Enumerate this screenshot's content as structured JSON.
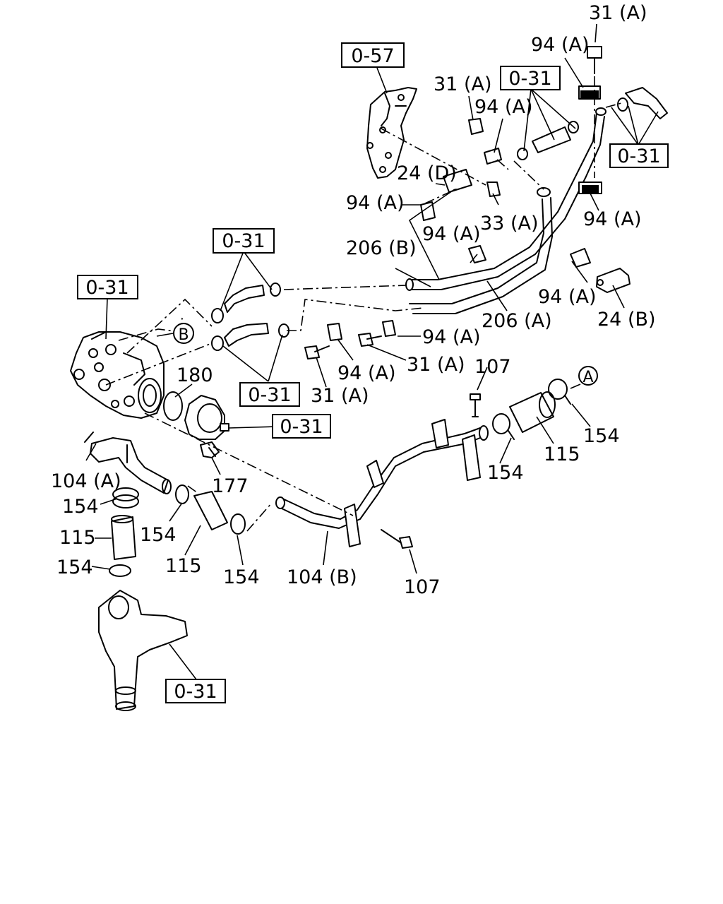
{
  "refs": {
    "r057": "0-57",
    "r031": "0-31"
  },
  "labels": {
    "l31a": "31 (A)",
    "l94a": "94 (A)",
    "l33a": "33 (A)",
    "l24d": "24 (D)",
    "l24b": "24 (B)",
    "l206a": "206 (A)",
    "l206b": "206 (B)",
    "l180": "180",
    "l107": "107",
    "l154": "154",
    "l115": "115",
    "l177": "177",
    "l104a": "104 (A)",
    "l104b": "104 (B)"
  },
  "circles": {
    "a": "A",
    "b": "B"
  }
}
